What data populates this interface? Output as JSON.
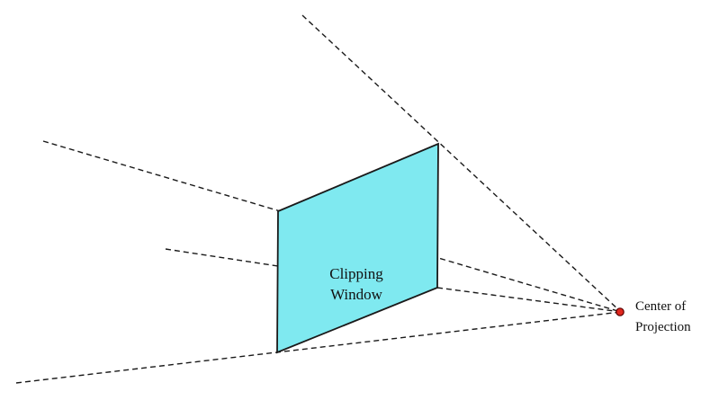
{
  "diagram": {
    "clipping_window": {
      "label_line1": "Clipping",
      "label_line2": "Window",
      "fill_color": "#7fe9f0"
    },
    "center_of_projection": {
      "label_line1": "Center of",
      "label_line2": "Projection",
      "dot_color": "#e0271e"
    },
    "line_style": "dashed",
    "line_color": "#1a1a1a"
  }
}
